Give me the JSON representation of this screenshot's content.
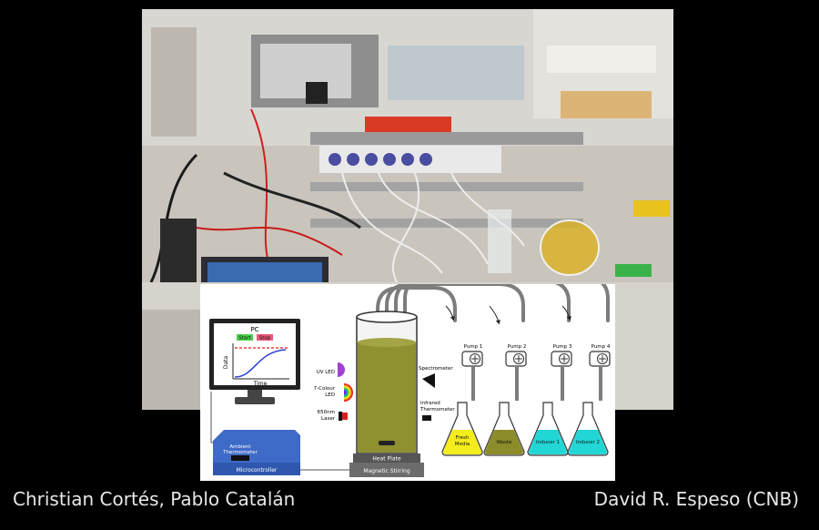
{
  "credits": {
    "left": "Christian Cortés, Pablo Catalán",
    "right": "David R. Espeso (CNB)"
  },
  "diagram": {
    "pc_label": "PC",
    "start_button": "Start",
    "stop_button": "Stop",
    "axis_y": "Data",
    "axis_x": "Time",
    "ambient_thermometer": [
      "Ambient",
      "Thermometer"
    ],
    "microcontroller": "Microcontroller",
    "uv_led": "UV LED",
    "seven_colour_led": [
      "7-Colour",
      "LED"
    ],
    "laser": [
      "650nm",
      "Laser"
    ],
    "spectrometer": "Spectrometer",
    "infrared_thermometer": [
      "Infrared",
      "Thermometer"
    ],
    "heat_plate": "Heat Plate",
    "magnetic_stirring": "Magnetic Stirring",
    "pumps": [
      "Pump 1",
      "Pump 2",
      "Pump 3",
      "Pump 4"
    ],
    "flasks": [
      {
        "label": [
          "Fresh",
          "Media"
        ],
        "color": "#f4ec1c"
      },
      {
        "label": [
          "Waste"
        ],
        "color": "#8c8c2a"
      },
      {
        "label": [
          "Inducer 1"
        ],
        "color": "#22d6d6"
      },
      {
        "label": [
          "Inducer 2"
        ],
        "color": "#22d6d6"
      }
    ],
    "culture_color": "#8f9030",
    "start_color": "#4ecf4e",
    "stop_color": "#e85a7a",
    "curve_color": "#2a3fd6",
    "threshold_color": "#e21c1c",
    "box_color": "#3f6bc8"
  }
}
